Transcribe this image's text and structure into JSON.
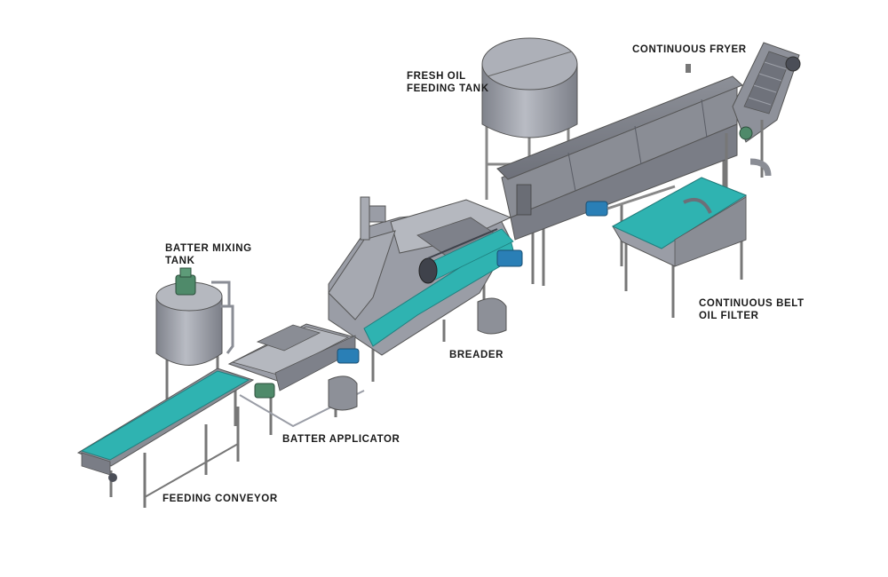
{
  "labels": {
    "fresh_oil_line1": "FRESH OIL",
    "fresh_oil_line2": "FEEDING TANK",
    "continuous_fryer": "CONTINUOUS FRYER",
    "batter_mixing_line1": "BATTER MIXING",
    "batter_mixing_line2": "TANK",
    "breader": "BREADER",
    "filter_line1": "CONTINUOUS BELT",
    "filter_line2": "OIL FILTER",
    "batter_applicator": "BATTER APPLICATOR",
    "feeding_conveyor": "FEEDING CONVEYOR"
  },
  "colors": {
    "steel": "#9a9da6",
    "steel_dark": "#6c6f78",
    "steel_light": "#c4c6cd",
    "belt": "#2fb3b1",
    "motor": "#2a7fb6",
    "motor_green": "#4f8a6a"
  }
}
